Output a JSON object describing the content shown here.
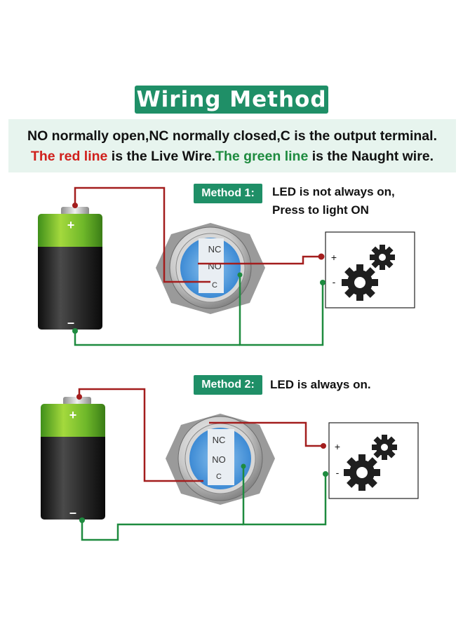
{
  "title": "Wiring Method",
  "info": {
    "line1": "NO normally open,NC normally closed,C is the output terminal.",
    "line2_red": "The red line",
    "line2_mid": " is the Live Wire.",
    "line2_green": "The green line",
    "line2_end": " is the Naught wire."
  },
  "methods": [
    {
      "badge": "Method 1:",
      "desc_line1": "LED is not always on,",
      "desc_line2": "Press to light ON",
      "switch_labels": [
        "NC",
        "NO",
        "C"
      ],
      "load_labels": [
        "+",
        "-"
      ],
      "battery_labels": [
        "+",
        "–"
      ]
    },
    {
      "badge": "Method 2:",
      "desc_line1": "LED is always on.",
      "switch_labels": [
        "NC",
        "NO",
        "C"
      ],
      "load_labels": [
        "+",
        "-"
      ],
      "battery_labels": [
        "+",
        "–"
      ]
    }
  ],
  "colors": {
    "accent": "#1f8f67",
    "live_wire": "#a31d1d",
    "neutral_wire": "#1e8b3f",
    "info_bg": "#e7f4ee"
  },
  "icons": [
    "battery-icon",
    "push-button-switch-icon",
    "gears-icon"
  ]
}
